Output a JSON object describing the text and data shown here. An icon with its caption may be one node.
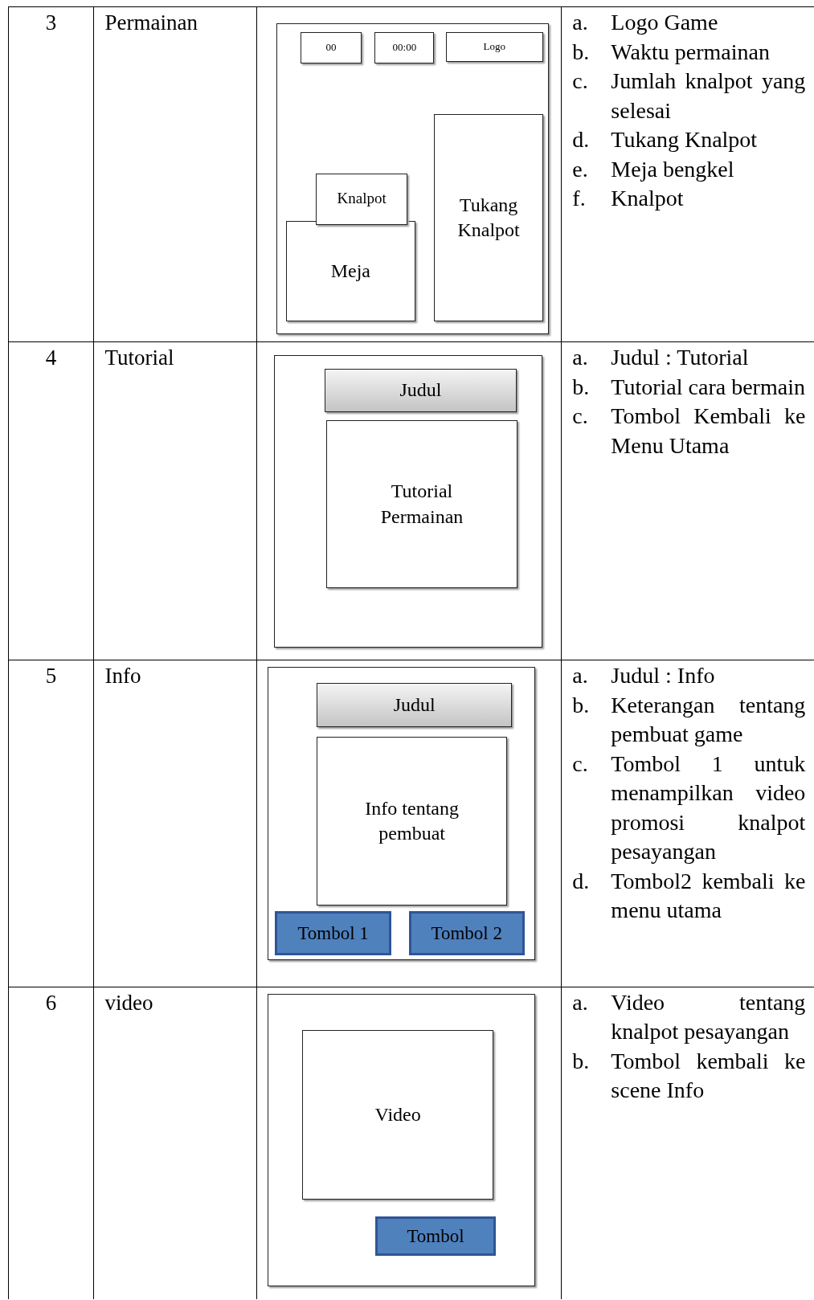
{
  "diagram": {
    "nodes": [
      {
        "text": [],
        "shape": "box"
      },
      {
        "text": [
          "00"
        ],
        "in": 0
      },
      {
        "text": [
          "00:00"
        ],
        "in": 0
      },
      {
        "text": [
          "Logo"
        ],
        "in": 0
      },
      {
        "text": [
          "Meja"
        ],
        "in": 0
      },
      {
        "text": [
          "Knalpot"
        ],
        "in": 0
      },
      {
        "text": [
          "Tukang Knalpot"
        ],
        "in": 0
      },
      {
        "text": [],
        "shape": "box"
      },
      {
        "text": [
          "Judul"
        ],
        "in": 7
      },
      {
        "text": [
          "Tutorial Permainan"
        ],
        "in": 7
      },
      {
        "text": [],
        "shape": "box"
      },
      {
        "text": [
          "Judul"
        ],
        "in": 10
      },
      {
        "text": [
          "Info tentang pembuat"
        ],
        "in": 10
      },
      {
        "text": [
          "Tombol 1"
        ],
        "in": 10
      },
      {
        "text": [
          "Tombol 2"
        ],
        "in": 10
      },
      {
        "text": [],
        "shape": "box"
      },
      {
        "text": [
          "Video"
        ],
        "in": 15
      },
      {
        "text": [
          "Tombol"
        ],
        "in": 15
      }
    ],
    "edges": [],
    "labels": [
      "3",
      "Permainan",
      "a.",
      "Logo Game",
      "b.",
      "Waktu permainan",
      "c.",
      "Jumlah knalpot yang selesai",
      "d.",
      "Tukang Knalpot",
      "e.",
      "Meja bengkel",
      "f.",
      "Knalpot",
      "4",
      "Tutorial",
      "a.",
      "Judul : Tutorial",
      "b.",
      "Tutorial cara bermain",
      "c.",
      "Tombol Kembali ke Menu Utama",
      "5",
      "Info",
      "a.",
      "Judul : Info",
      "b.",
      "Keterangan tentang pembuat game",
      "c.",
      "Tombol 1 untuk menampilkan video promosi knalpot pesayangan",
      "d.",
      "Tombol2 kembali ke menu utama",
      "6",
      "video",
      "a.",
      "Video tentang knalpot pesayangan",
      "b.",
      "Tombol kembali ke scene Info"
    ]
  }
}
